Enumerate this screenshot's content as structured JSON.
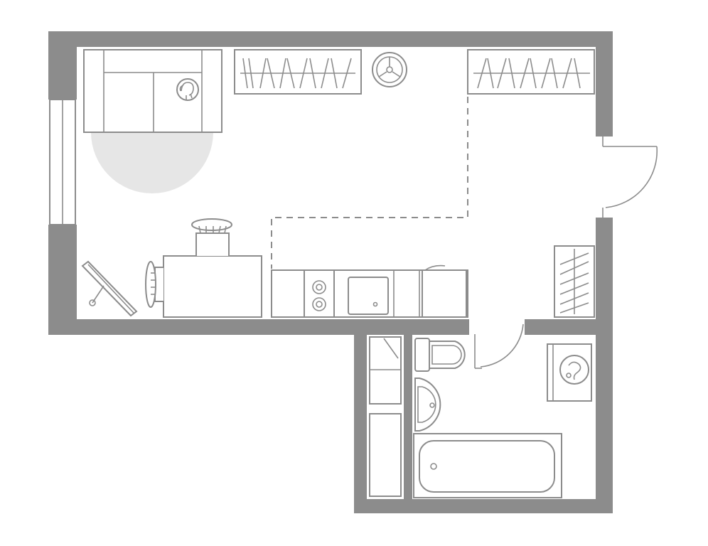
{
  "colors": {
    "wall": "#8c8c8c",
    "line": "#8c8c8c",
    "rug": "#e6e6e6",
    "background": "#ffffff"
  },
  "rooms": [
    "living-room",
    "kitchen-zone",
    "hallway",
    "bathroom"
  ],
  "furniture": [
    "sofa",
    "round-rug",
    "wardrobe-left",
    "wardrobe-right",
    "hallway-wardrobe",
    "bathroom-shelf",
    "dining-table",
    "chair-top",
    "chair-left",
    "desk-lamp",
    "kitchen-counter",
    "stove",
    "kitchen-sink",
    "fridge",
    "toilet",
    "washbasin",
    "bathtub",
    "washing-machine",
    "robot-vacuum-icon",
    "dog-icon"
  ],
  "doors": [
    "entrance-door",
    "bathroom-door"
  ],
  "windows": [
    "living-room-window"
  ]
}
